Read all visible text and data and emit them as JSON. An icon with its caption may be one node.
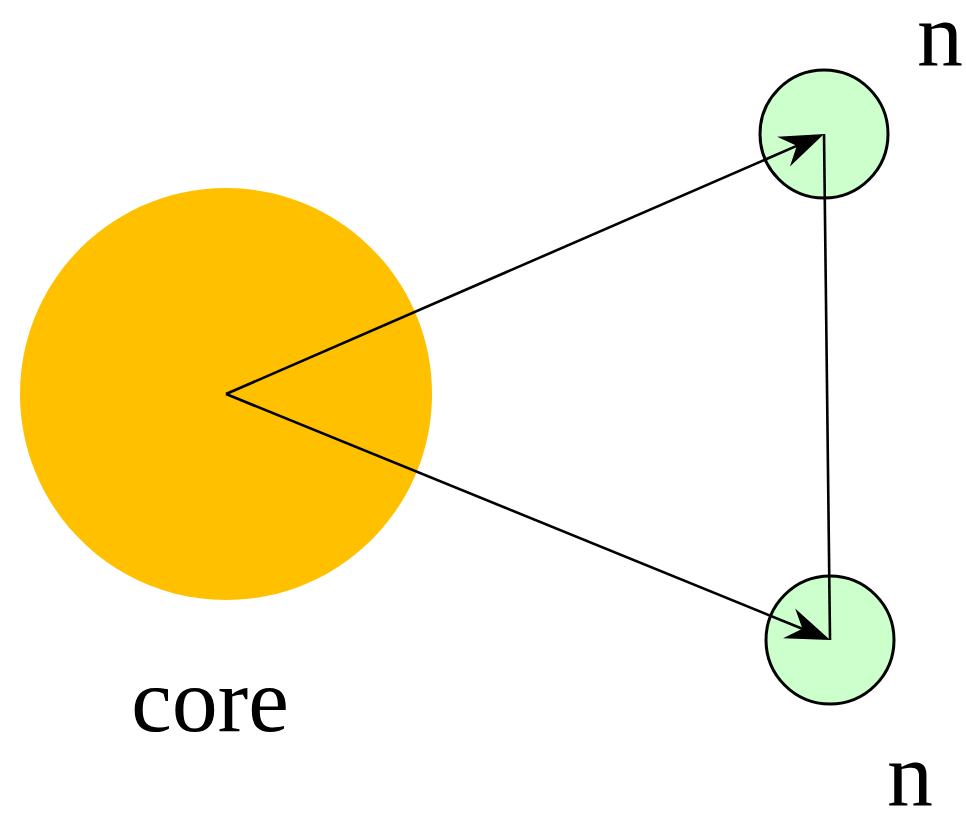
{
  "diagram": {
    "nodes": [
      {
        "text": [],
        "shape": "circle",
        "beside": [
          "core"
        ]
      },
      {
        "text": [],
        "shape": "circle",
        "beside": [
          "n"
        ]
      },
      {
        "text": [],
        "shape": "circle",
        "beside": [
          "n"
        ]
      }
    ],
    "edges": [
      {
        "from": 0,
        "to": 1,
        "arrow": "to"
      },
      {
        "from": 0,
        "to": 2,
        "arrow": "to"
      },
      {
        "from": 1,
        "to": 2,
        "arrow": "none"
      }
    ]
  }
}
